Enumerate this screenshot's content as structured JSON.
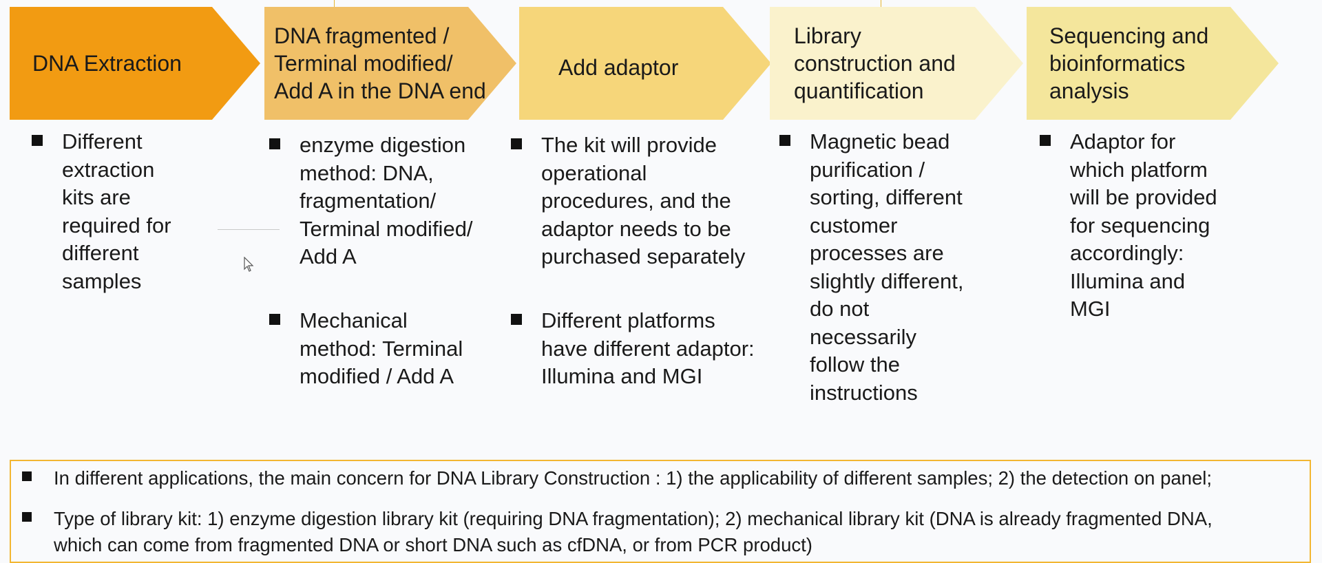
{
  "steps": [
    {
      "label": "DNA Extraction",
      "color": "#f29b12"
    },
    {
      "label": "DNA fragmented /\nTerminal modified/\nAdd A in the DNA end",
      "color": "#f0c068"
    },
    {
      "label": "Add adaptor",
      "color": "#f6d67a"
    },
    {
      "label": "Library\nconstruction and\nquantification",
      "color": "#faf2cc"
    },
    {
      "label": "Sequencing and\nbioinformatics\nanalysis",
      "color": "#f4e69c"
    }
  ],
  "details": {
    "extraction": [
      "Different\nextraction\nkits are\nrequired for\ndifferent\nsamples"
    ],
    "fragmented": [
      "enzyme digestion\nmethod: DNA,\nfragmentation/\nTerminal modified/\nAdd A",
      "Mechanical\nmethod: Terminal\nmodified / Add A"
    ],
    "adaptor": [
      "The kit will provide\noperational\nprocedures, and the\nadaptor needs to be\npurchased separately",
      "Different platforms\nhave different adaptor:\nIllumina and MGI"
    ],
    "library": [
      "Magnetic bead\npurification /\nsorting, different\ncustomer\nprocesses are\nslightly different,\ndo not\nnecessarily\nfollow the\ninstructions"
    ],
    "sequencing": [
      "Adaptor for\nwhich platform\nwill be provided\nfor sequencing\naccordingly:\nIllumina and\nMGI"
    ]
  },
  "notes": [
    "In different applications, the main concern for DNA Library Construction : 1) the applicability of different samples; 2) the detection on panel;",
    "Type of library kit: 1) enzyme digestion library kit (requiring DNA fragmentation); 2) mechanical library kit (DNA is already fragmented DNA,\nwhich can come from fragmented DNA or short DNA such as cfDNA, or from PCR product)"
  ],
  "colors": {
    "accent": "#f2b631",
    "bullet": "#111111",
    "background": "#f9fafc"
  }
}
